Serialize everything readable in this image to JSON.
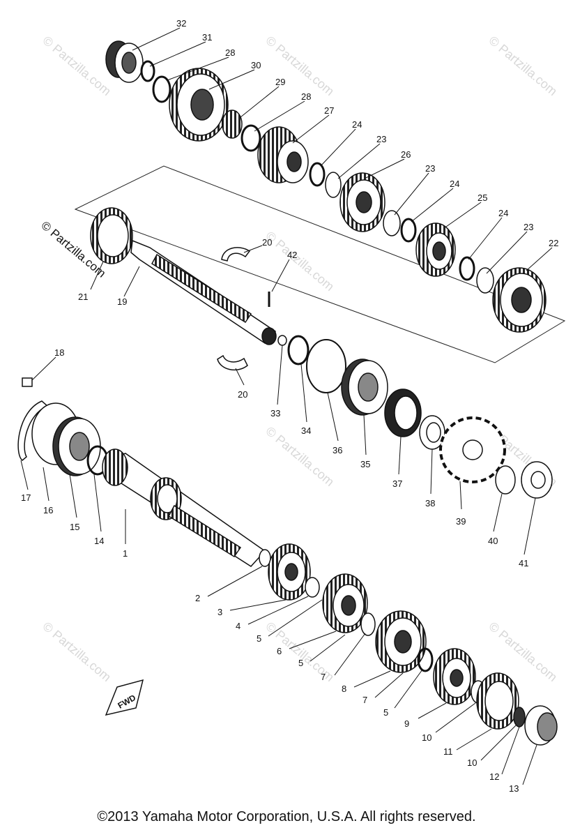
{
  "watermark": "© Partzilla.com",
  "copyright": "©2013  Yamaha Motor Corporation, U.S.A. All rights reserved.",
  "fwd_label": "FWD",
  "callouts": [
    "32",
    "31",
    "28",
    "30",
    "29",
    "28",
    "27",
    "24",
    "23",
    "26",
    "23",
    "24",
    "25",
    "24",
    "23",
    "22",
    "20",
    "42",
    "21",
    "19",
    "20",
    "33",
    "34",
    "36",
    "35",
    "37",
    "38",
    "39",
    "40",
    "41",
    "18",
    "17",
    "16",
    "15",
    "14",
    "1",
    "2",
    "3",
    "4",
    "5",
    "6",
    "5",
    "7",
    "8",
    "7",
    "5",
    "9",
    "10",
    "11",
    "10",
    "12",
    "13"
  ]
}
